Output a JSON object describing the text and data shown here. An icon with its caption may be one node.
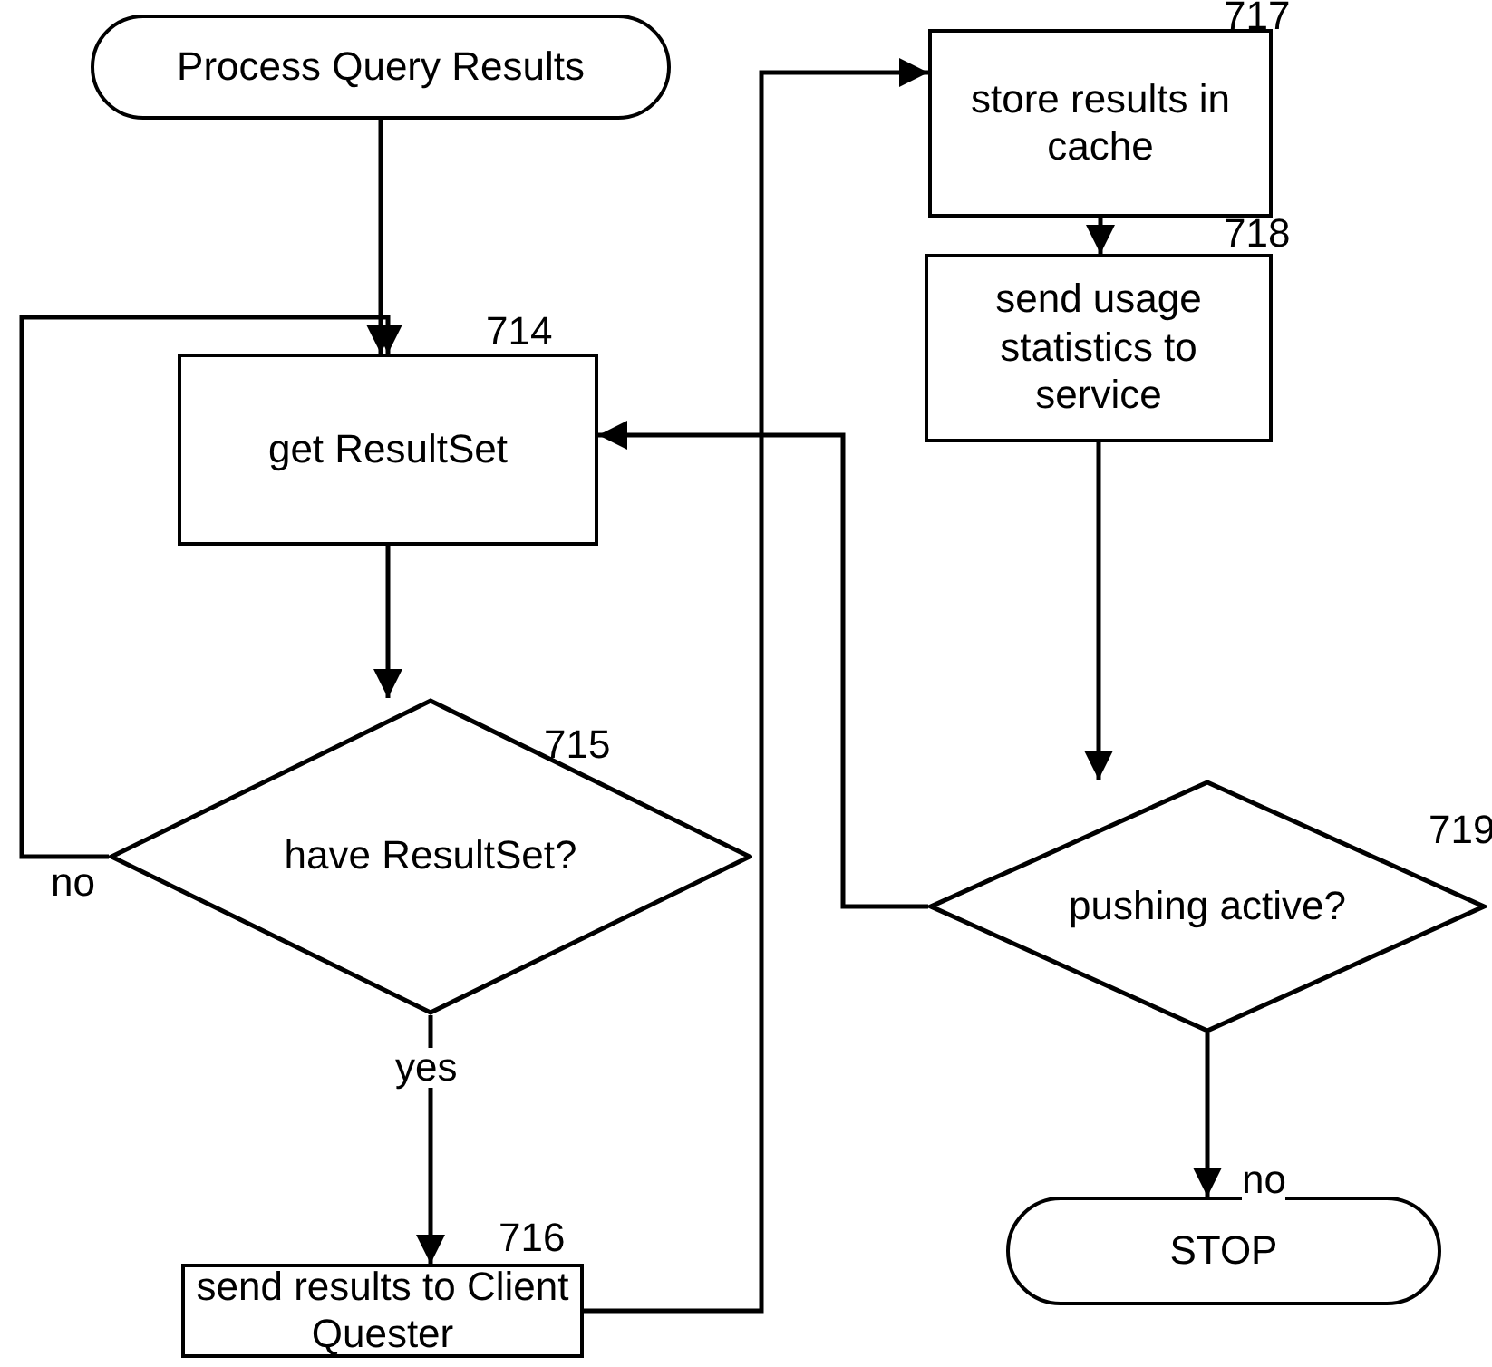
{
  "diagram": {
    "nodes": [
      {
        "text": [
          "Process Query Results"
        ]
      },
      {
        "text": [
          "get ResultSet"
        ],
        "beside": [
          "714"
        ]
      },
      {
        "text": [
          "have ResultSet?"
        ],
        "beside": [
          "715"
        ]
      },
      {
        "text": [
          "send results to Client Quester"
        ],
        "beside": [
          "716"
        ]
      },
      {
        "text": [
          "store results in cache"
        ],
        "beside": [
          "717"
        ]
      },
      {
        "text": [
          "send usage statistics to service"
        ],
        "beside": [
          "718"
        ]
      },
      {
        "text": [
          "pushing active?"
        ],
        "beside": [
          "719"
        ]
      },
      {
        "text": [
          "STOP"
        ]
      }
    ],
    "edges": [
      {
        "from": 0,
        "to": 1,
        "arrow": "to"
      },
      {
        "from": 1,
        "to": 2,
        "arrow": "to"
      },
      {
        "from": 2,
        "to": 1,
        "arrow": "to",
        "label": "no"
      },
      {
        "from": 2,
        "to": 3,
        "arrow": "to",
        "label": "yes"
      },
      {
        "from": 3,
        "to": 4,
        "arrow": "to"
      },
      {
        "from": 4,
        "to": 5,
        "arrow": "to"
      },
      {
        "from": 5,
        "to": 6,
        "arrow": "to"
      },
      {
        "from": 6,
        "to": 1,
        "arrow": "to"
      },
      {
        "from": 6,
        "to": 7,
        "arrow": "to",
        "label": "no"
      }
    ]
  }
}
